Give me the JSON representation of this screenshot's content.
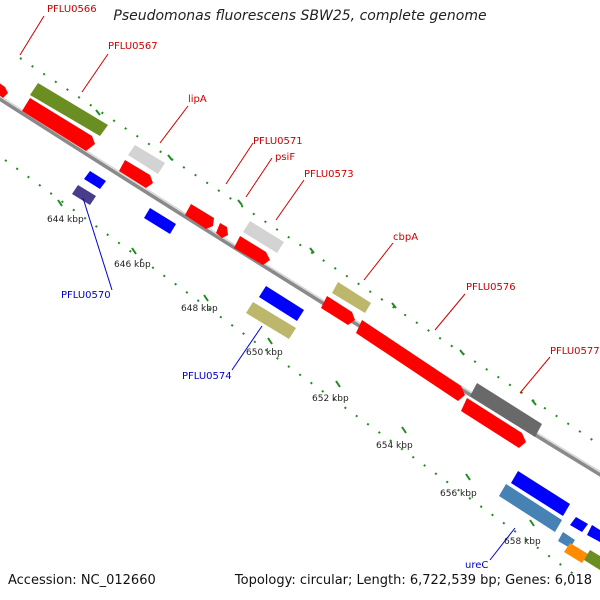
{
  "header": {
    "title": "Pseudomonas fluorescens SBW25, complete genome"
  },
  "footer": {
    "accession": "Accession: NC_012660",
    "summary": "Topology: circular; Length: 6,722,539 bp; Genes: 6,018"
  },
  "ticks": [
    "644 kbp",
    "646 kbp",
    "648 kbp",
    "650 kbp",
    "652 kbp",
    "654 kbp",
    "656 kbp",
    "658 kbp"
  ],
  "labels": {
    "pflu0566": "PFLU0566",
    "pflu0567": "PFLU0567",
    "lipA": "lipA",
    "pflu0571": "PFLU0571",
    "psiF": "psiF",
    "pflu0573": "PFLU0573",
    "cbpA": "cbpA",
    "pflu0576": "PFLU0576",
    "pflu0577": "PFLU0577",
    "pflu0570": "PFLU0570",
    "pflu0574": "PFLU0574",
    "ureC": "ureC"
  },
  "colors": {
    "forward_label": "#cc0000",
    "reverse_label": "#0000cc",
    "cds_red": "#ff0000",
    "cds_blue": "#0000ff",
    "olive": "#6b8e23",
    "light_gray": "#d3d3d3",
    "dark_gray": "#696969",
    "khaki": "#bdb76b",
    "dark_slate": "#483d8b",
    "steel": "#4682b4",
    "orange": "#ff8c00",
    "tick_green": "#228b22"
  }
}
